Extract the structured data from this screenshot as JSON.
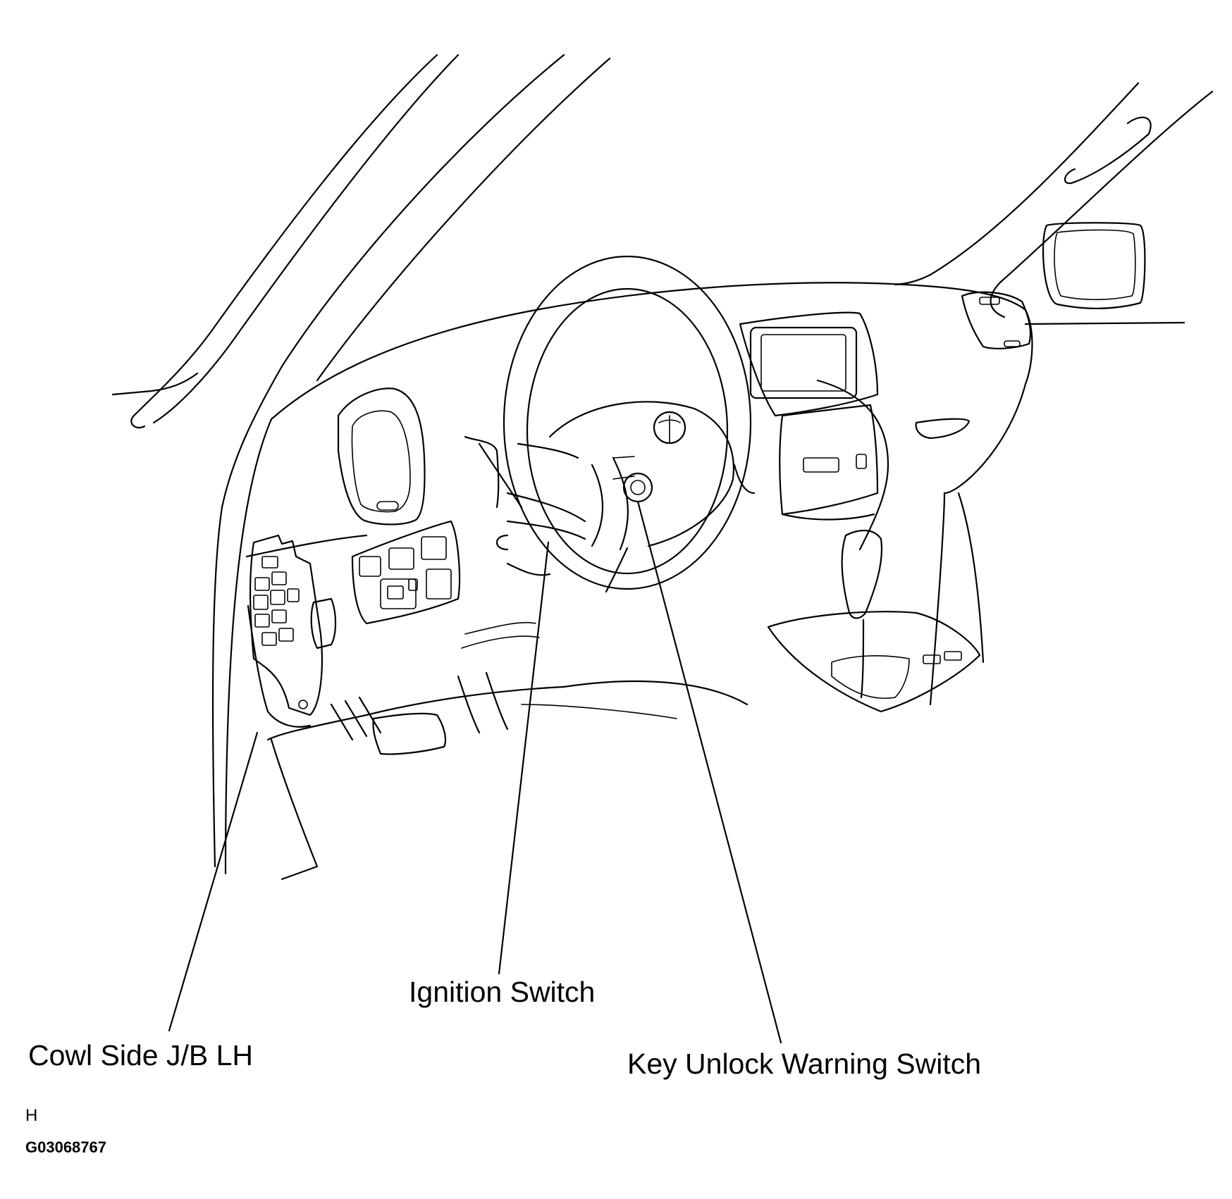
{
  "labels": {
    "cowl_side_jb": "Cowl Side J/B LH",
    "ignition_switch": "Ignition Switch",
    "key_unlock_switch": "Key Unlock Warning Switch"
  },
  "footer": {
    "marker": "H",
    "figure_id": "G03068767"
  }
}
